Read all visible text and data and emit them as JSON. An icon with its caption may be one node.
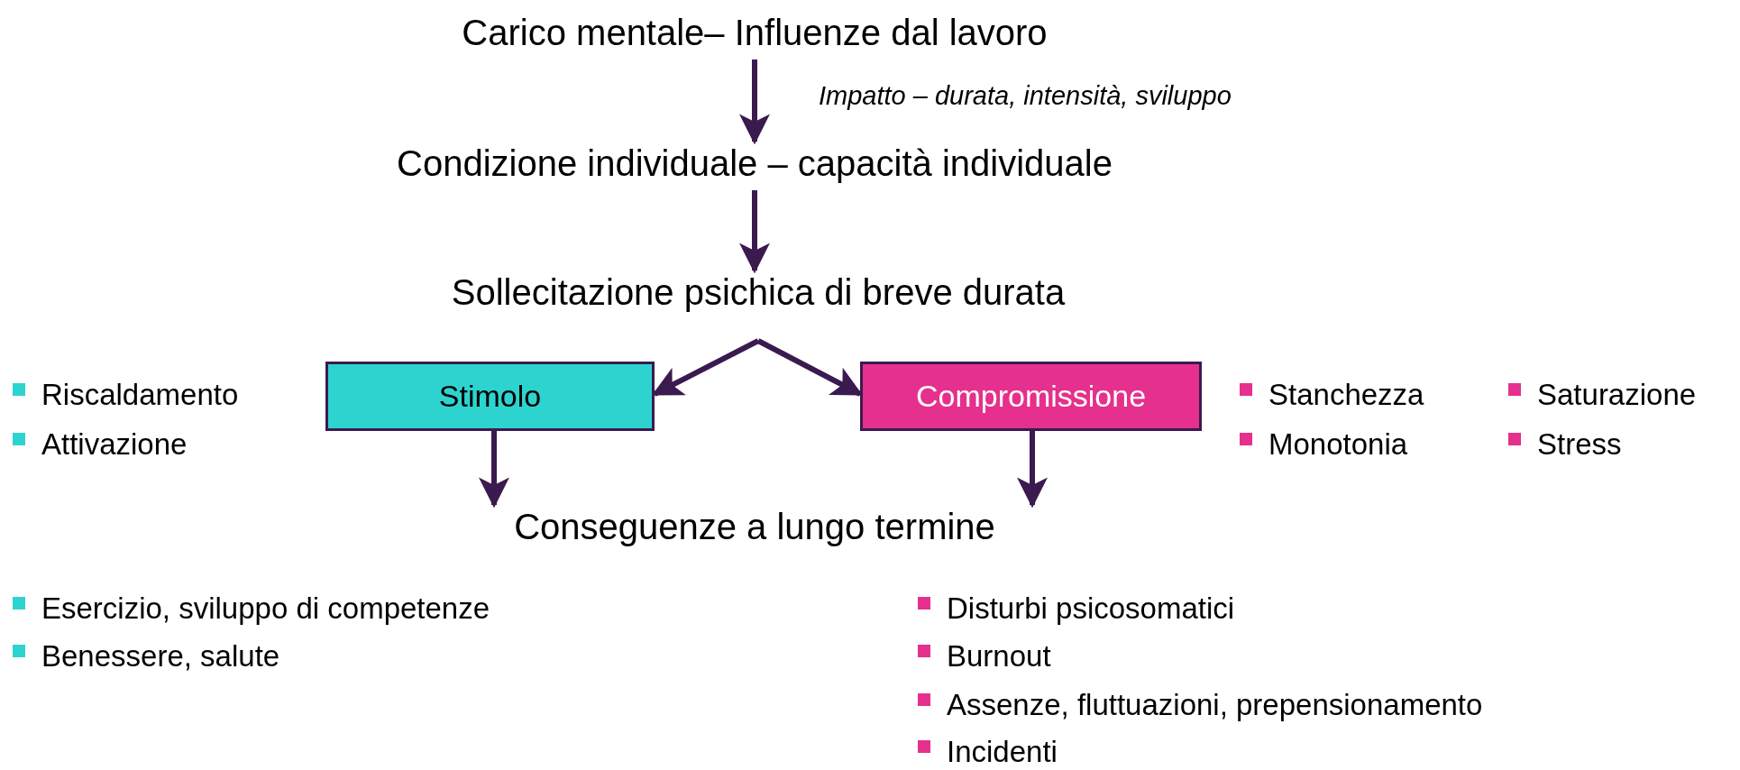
{
  "diagram": {
    "nodes": [
      {
        "text": [
          "Carico mentale– Influenze dal lavoro"
        ]
      },
      {
        "text": [
          "Condizione individuale – capacità individuale"
        ]
      },
      {
        "text": [
          "Sollecitazione psichica di breve durata"
        ]
      },
      {
        "text": [
          "Stimolo"
        ]
      },
      {
        "text": [
          "Compromissione"
        ]
      },
      {
        "text": [
          "Conseguenze a lungo termine"
        ]
      }
    ],
    "edges": [
      {
        "from": 0,
        "to": 1,
        "arrow": "to",
        "label": "Impatto – durata, intensità, sviluppo"
      },
      {
        "from": 1,
        "to": 2,
        "arrow": "to"
      },
      {
        "from": 2,
        "to": 3,
        "arrow": "to"
      },
      {
        "from": 2,
        "to": 4,
        "arrow": "to"
      },
      {
        "from": 3,
        "to": 5,
        "arrow": "to"
      },
      {
        "from": 4,
        "to": 5,
        "arrow": "to"
      }
    ],
    "labels": [
      "Riscaldamento",
      "Stanchezza",
      "Saturazione",
      "Attivazione",
      "Monotonia",
      "Stress",
      "Esercizio, sviluppo di competenze",
      "Disturbi psicosomatici",
      "Benessere, salute",
      "Burnout",
      "Assenze, fluttuazioni, prepensionamento",
      "Incidenti"
    ]
  }
}
